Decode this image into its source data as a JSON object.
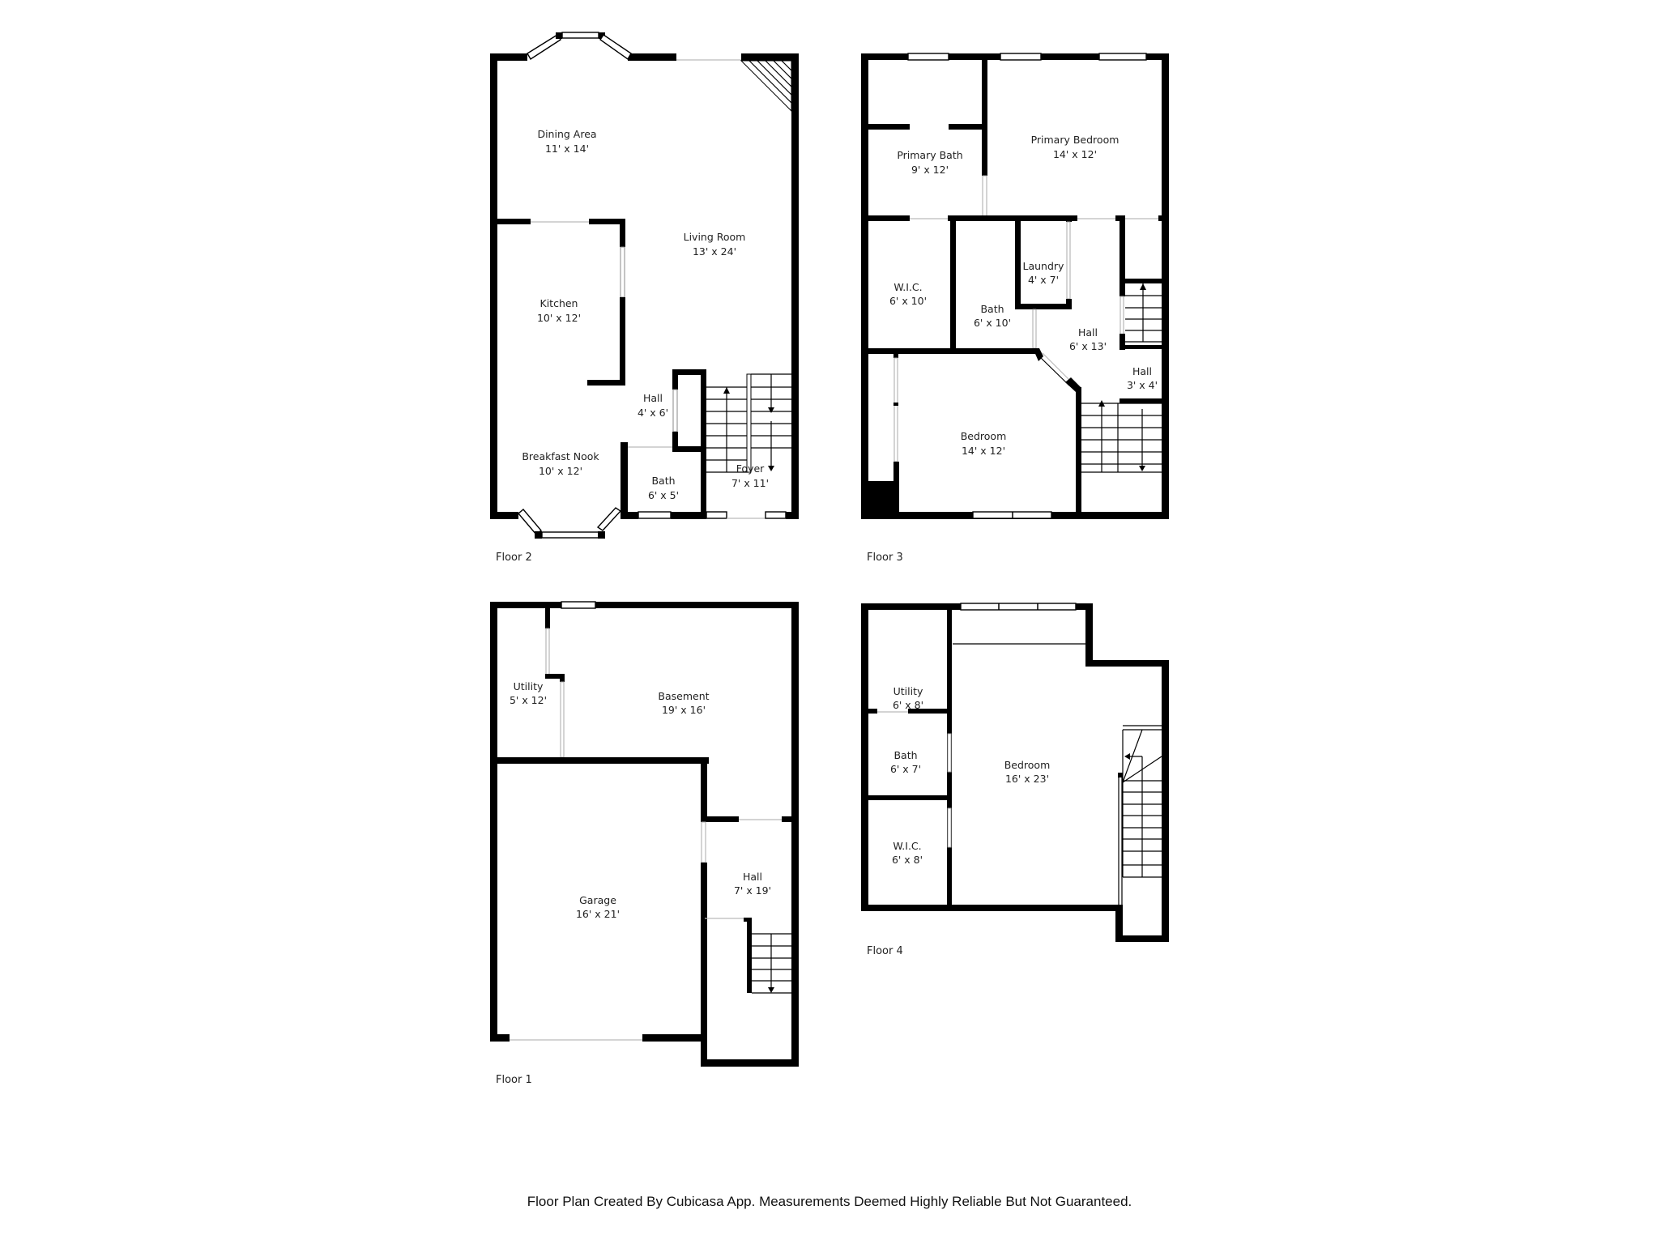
{
  "floors": {
    "floor2": {
      "label": "Floor 2",
      "rooms": {
        "dining": {
          "name": "Dining Area",
          "size": "11' x 14'"
        },
        "living": {
          "name": "Living Room",
          "size": "13' x 24'"
        },
        "kitchen": {
          "name": "Kitchen",
          "size": "10' x 12'"
        },
        "hall": {
          "name": "Hall",
          "size": "4' x 6'"
        },
        "nook": {
          "name": "Breakfast Nook",
          "size": "10' x 12'"
        },
        "bath": {
          "name": "Bath",
          "size": "6' x 5'"
        },
        "foyer": {
          "name": "Foyer",
          "size": "7' x 11'"
        }
      }
    },
    "floor3": {
      "label": "Floor 3",
      "rooms": {
        "primary_bath": {
          "name": "Primary Bath",
          "size": "9' x 12'"
        },
        "primary_bedroom": {
          "name": "Primary Bedroom",
          "size": "14' x 12'"
        },
        "wic": {
          "name": "W.I.C.",
          "size": "6' x 10'"
        },
        "bath": {
          "name": "Bath",
          "size": "6' x 10'"
        },
        "laundry": {
          "name": "Laundry",
          "size": "4' x 7'"
        },
        "hall": {
          "name": "Hall",
          "size": "6' x 13'"
        },
        "hall_small": {
          "name": "Hall",
          "size": "3' x 4'"
        },
        "bedroom": {
          "name": "Bedroom",
          "size": "14' x 12'"
        }
      }
    },
    "floor1": {
      "label": "Floor 1",
      "rooms": {
        "utility": {
          "name": "Utility",
          "size": "5' x 12'"
        },
        "basement": {
          "name": "Basement",
          "size": "19' x 16'"
        },
        "garage": {
          "name": "Garage",
          "size": "16' x 21'"
        },
        "hall": {
          "name": "Hall",
          "size": "7' x 19'"
        }
      }
    },
    "floor4": {
      "label": "Floor 4",
      "rooms": {
        "utility": {
          "name": "Utility",
          "size": "6' x 8'"
        },
        "bath": {
          "name": "Bath",
          "size": "6' x 7'"
        },
        "wic": {
          "name": "W.I.C.",
          "size": "6' x 8'"
        },
        "bedroom": {
          "name": "Bedroom",
          "size": "16' x 23'"
        }
      }
    }
  },
  "footer": {
    "text": "Floor Plan Created By Cubicasa App. Measurements Deemed Highly Reliable But Not Guaranteed."
  },
  "colors": {
    "wall": "#000000",
    "background": "#ffffff",
    "text": "#222222"
  }
}
